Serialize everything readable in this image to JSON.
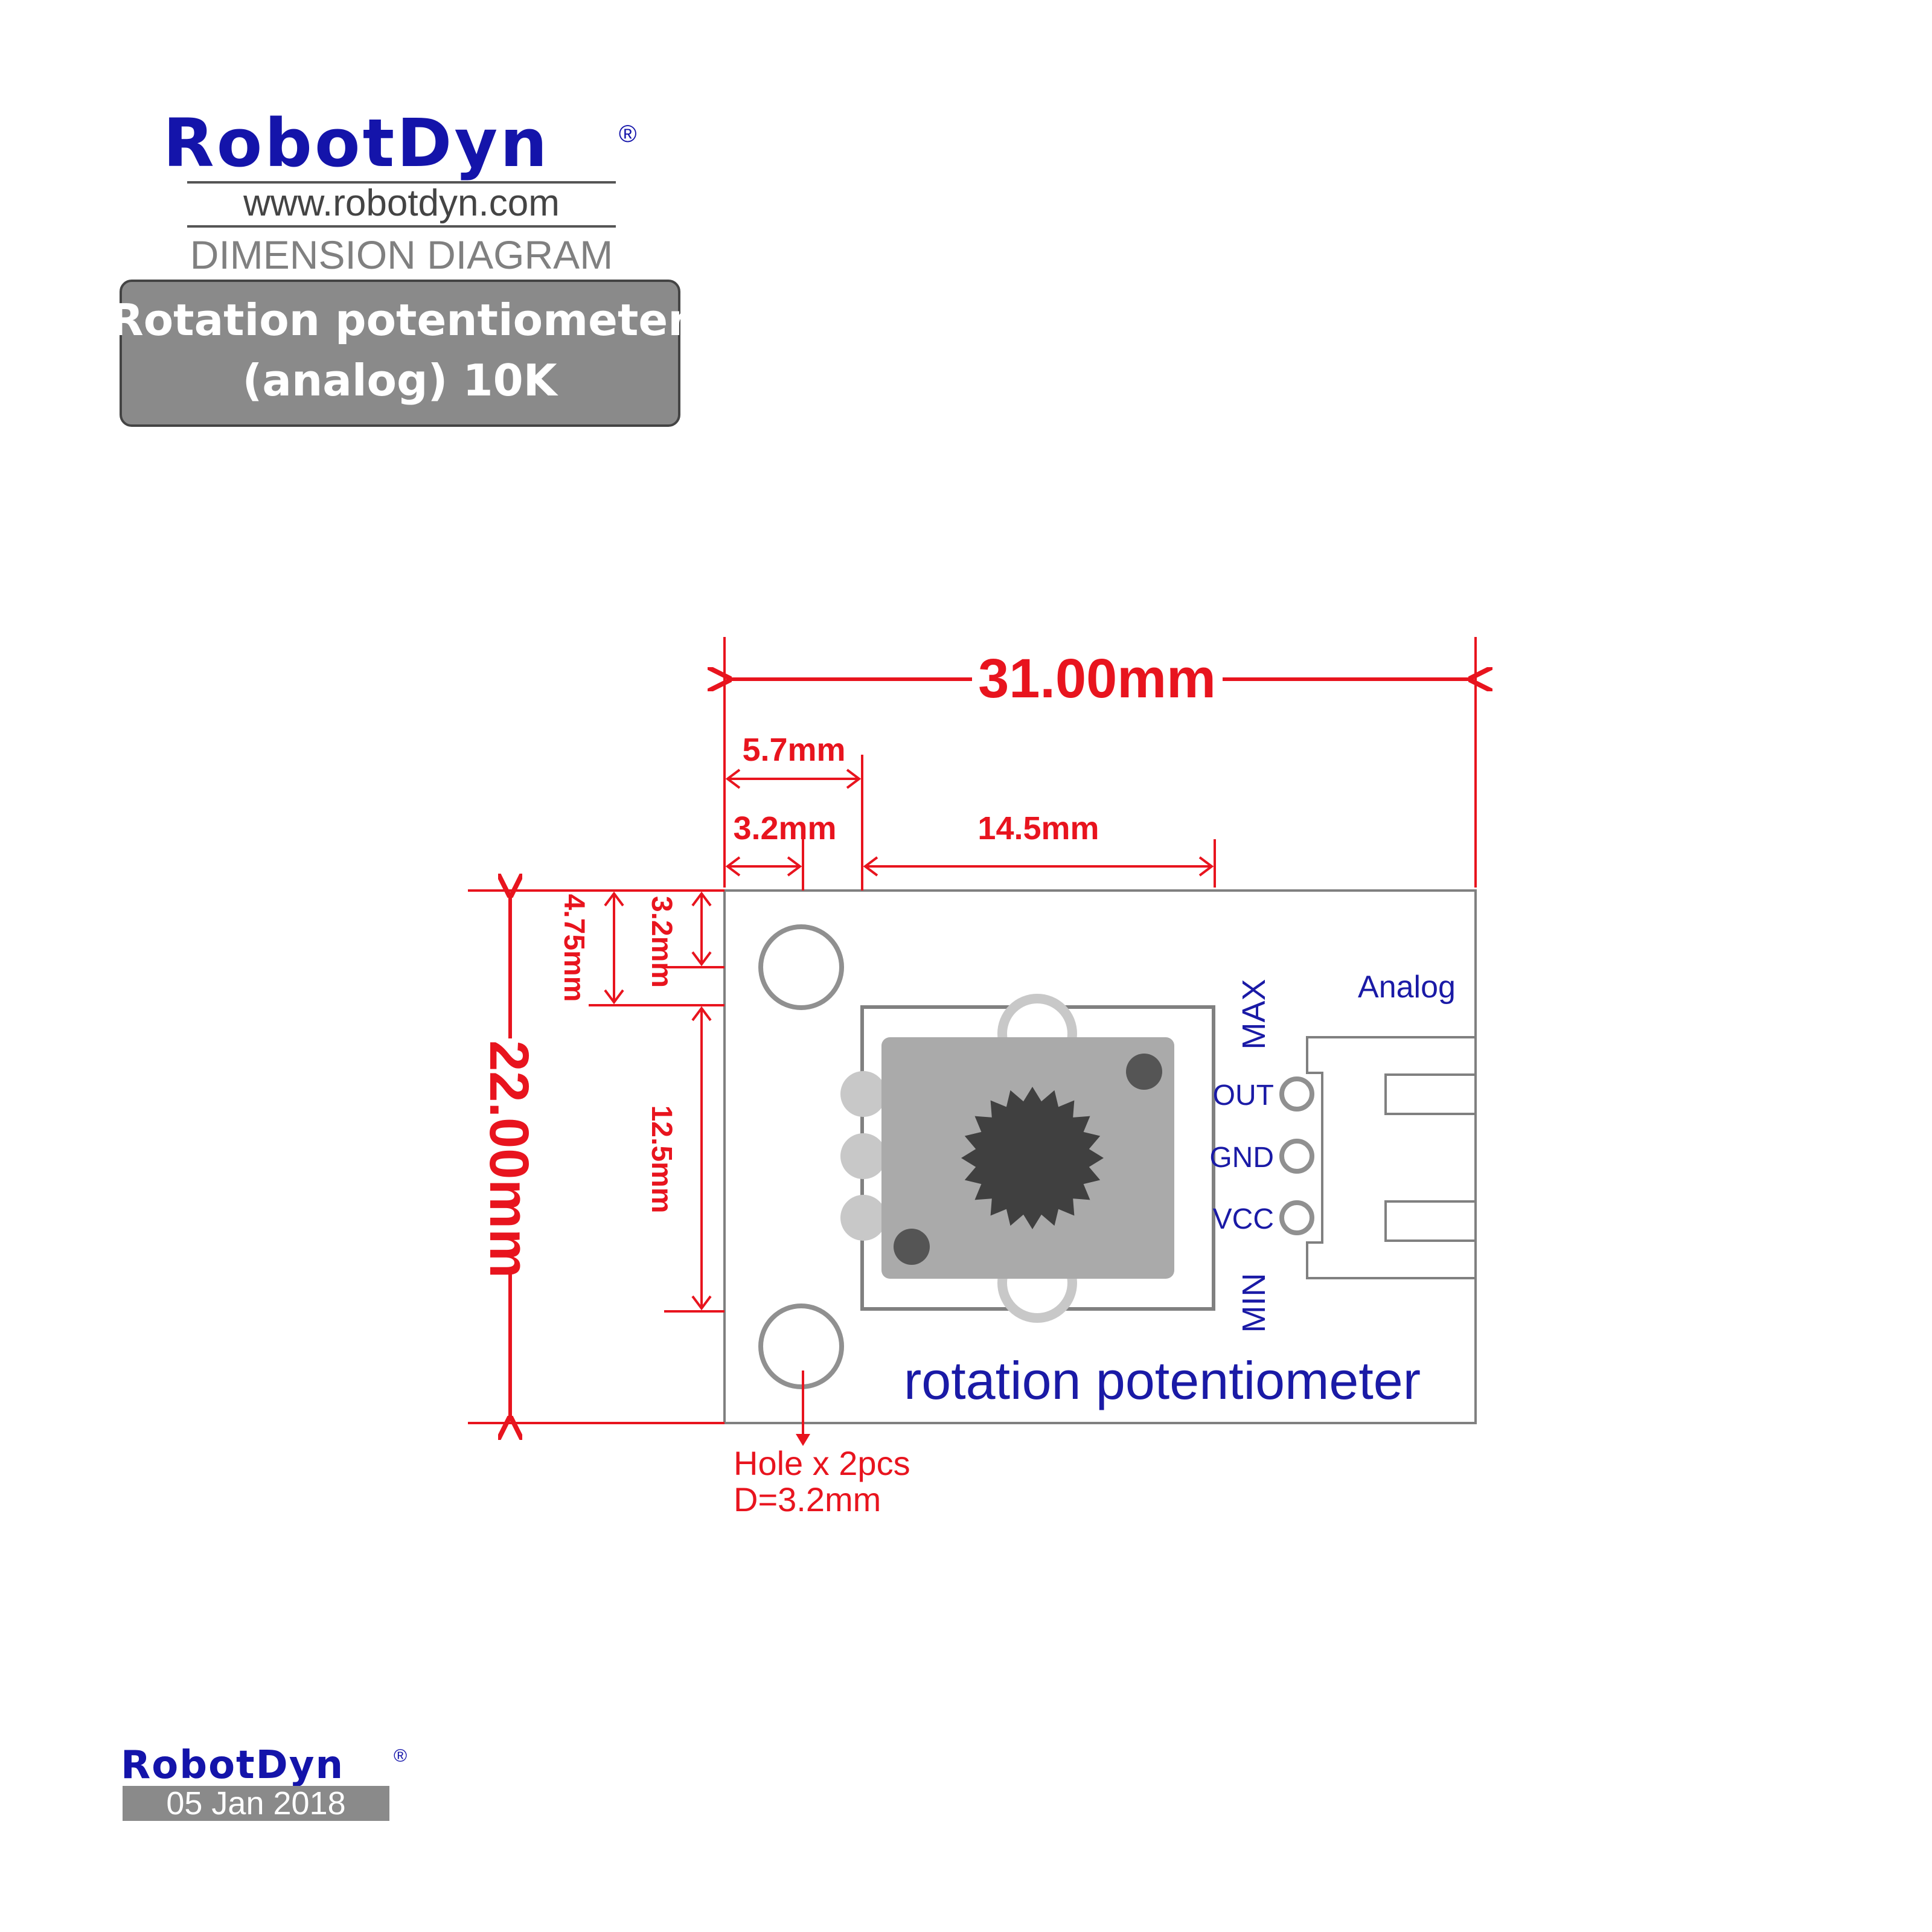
{
  "header": {
    "brand": "RobotDyn",
    "registered": "®",
    "url": "www.robotdyn.com",
    "doc_type": "DIMENSION DIAGRAM",
    "title_line1": "Rotation potentiometer",
    "title_line2": "(analog) 10K"
  },
  "footer": {
    "brand": "RobotDyn",
    "registered": "®",
    "date": "05 Jan 2018"
  },
  "dimensions": {
    "width": "31.00mm",
    "height": "22.00mm",
    "hole_offset_outer": "5.7mm",
    "hole_offset_inner": "3.2mm",
    "pot_width": "14.5mm",
    "hole_offset_vertical": "3.2mm",
    "pot_offset_vertical": "4.75mm",
    "hole_spacing": "12.5mm"
  },
  "board": {
    "label": "rotation potentiometer",
    "connector_label": "Analog",
    "max_label": "MAX",
    "min_label": "MIN",
    "pins": [
      "OUT",
      "GND",
      "VCC"
    ]
  },
  "hole_note": {
    "line1": "Hole x 2pcs",
    "line2": "D=3.2mm"
  },
  "colors": {
    "brand_blue": "#1414aa",
    "dimension_red": "#e8141e",
    "board_outline": "#808080",
    "label_blue": "#1a1aa6",
    "pot_gray": "#aaaaaa",
    "title_box": "#8a8a8a"
  }
}
